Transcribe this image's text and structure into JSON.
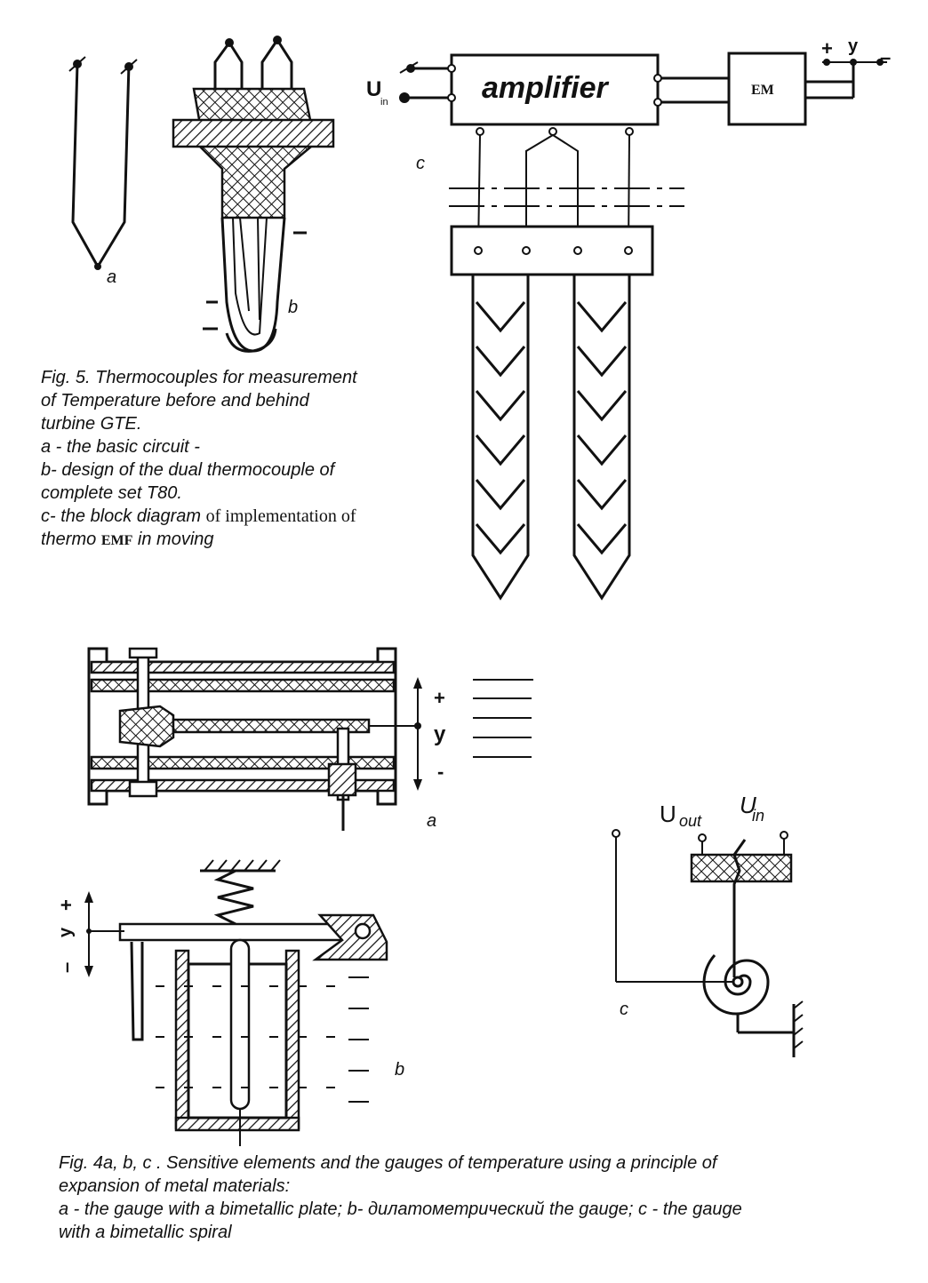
{
  "fig5": {
    "label_a": "a",
    "label_b": "b",
    "label_c": "c",
    "amplifier": "amplifier",
    "em": "EM",
    "u_in_u": "U",
    "u_in_sub": "in",
    "plus": "+",
    "y": "y",
    "minus": "–",
    "caption": {
      "line1": "Fig. 5. Thermocouples for measurement",
      "line2": "of Temperature before and behind",
      "line3": "turbine GTE.",
      "line4": "a - the basic circuit -",
      "line5": "b- design of the dual thermocouple of",
      "line6": "complete set T80.",
      "line7a": "c- the block diagram ",
      "line7b": "of implementation of",
      "line8a": "thermo ",
      "line8b": "EMF",
      "line8c": " in moving"
    }
  },
  "fig4": {
    "label_a": "a",
    "label_b": "b",
    "label_c": "c",
    "a_plus": "+",
    "a_y": "y",
    "a_minus": "-",
    "b_y": "y",
    "b_plus": "+",
    "b_minus": "–",
    "u_out": "U",
    "u_out_sub": "out",
    "u_in": "U",
    "u_in_sub": "in",
    "caption": {
      "line1": "Fig. 4a, b, c . Sensitive elements and the gauges of temperature using a principle of",
      "line2": "expansion of metal materials:",
      "line3": "a - the gauge with a bimetallic plate;  b- дилатометрический the gauge; c - the gauge",
      "line4": "with a bimetallic spiral"
    }
  }
}
